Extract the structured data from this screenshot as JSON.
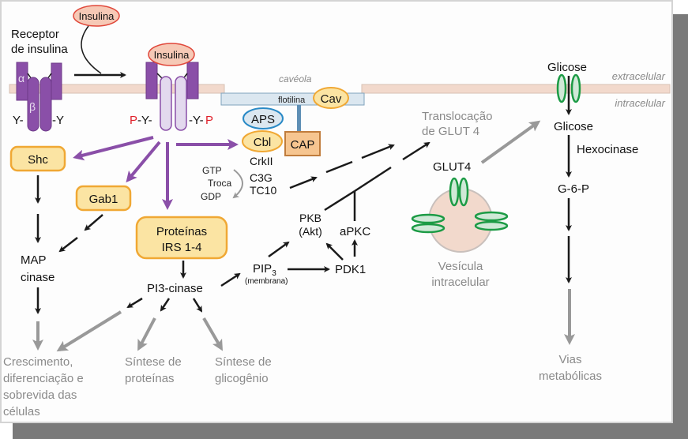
{
  "title": "Via de sinalização da insulina",
  "colors": {
    "purple": "#8a4fa8",
    "purple_light": "#e3d9ee",
    "insulin_fill": "#f6c9b6",
    "insulin_stroke": "#e0473a",
    "membrane": "#f2d9cc",
    "box_fill": "#fbe4a3",
    "box_stroke": "#f0a834",
    "glut_green": "#1c9b45",
    "gray_text": "#8a8a8a",
    "red_p": "#e0202a",
    "blue": "#2a8ac6"
  },
  "labels": {
    "insulin_top": "Insulina",
    "insulin_bound": "Insulina",
    "receptor_line1": "Receptor",
    "receptor_line2": "de insulina",
    "alpha": "α",
    "beta": "β",
    "y_left": "Y-",
    "y_right": "-Y",
    "p_left": "P",
    "y_left2": "-Y-",
    "y_right2": "-Y-",
    "p_right": "P",
    "caveola": "cavéola",
    "flotilina": "flotilina",
    "cav": "Cav",
    "aps": "APS",
    "cbl": "Cbl",
    "cap": "CAP",
    "crkii": "CrkII",
    "c3g": "C3G",
    "tc10": "TC10",
    "gtp": "GTP",
    "troca": "Troca",
    "gdp": "GDP",
    "shc": "Shc",
    "gab1": "Gab1",
    "irs_line1": "Proteínas",
    "irs_line2": "IRS 1-4",
    "map_line1": "MAP",
    "map_line2": "cinase",
    "pi3k": "PI3-cinase",
    "pip3": "PIP",
    "pip3_sub": "3",
    "membrana": "(membrana)",
    "pkb_line1": "PKB",
    "pkb_line2": "(Akt)",
    "apkc": "aPKC",
    "pdk1": "PDK1",
    "transloc_line1": "Translocação",
    "transloc_line2": "de GLUT 4",
    "glut4": "GLUT4",
    "vesicle_line1": "Vesícula",
    "vesicle_line2": "intracelular",
    "glucose_out": "Glicose",
    "glucose_in": "Glicose",
    "hexokinase": "Hexocinase",
    "g6p": "G-6-P",
    "extracelular": "extracelular",
    "intracelular": "intracelular",
    "vias_line1": "Vias",
    "vias_line2": "metabólicas",
    "growth_line1": "Crescimento,",
    "growth_line2": "diferenciação e",
    "growth_line3": "sobrevida das",
    "growth_line4": "células",
    "protein_line1": "Síntese de",
    "protein_line2": "proteínas",
    "glycogen_line1": "Síntese de",
    "glycogen_line2": "glicogênio"
  }
}
